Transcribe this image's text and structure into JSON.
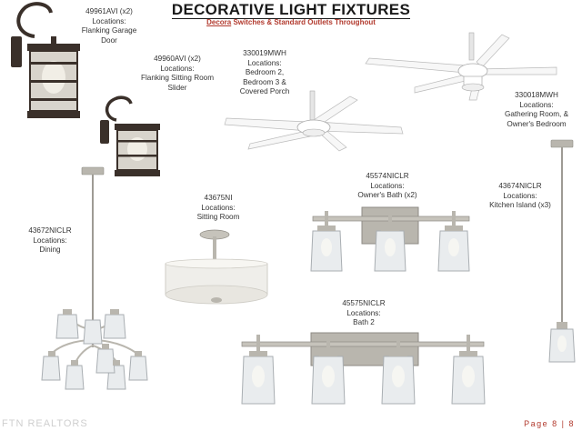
{
  "header": {
    "title": "DECORATIVE LIGHT FIXTURES",
    "subtitle_brand": "Decora",
    "subtitle_rest": " Switches & Standard Outlets Throughout"
  },
  "fixtures": [
    {
      "id": "49961AVI",
      "lines": [
        "49961AVI (x2)",
        "Locations:",
        "Flanking Garage",
        "Door"
      ]
    },
    {
      "id": "49960AVI",
      "lines": [
        "49960AVI (x2)",
        "Locations:",
        "Flanking Sitting Room",
        "Slider"
      ]
    },
    {
      "id": "330019MWH",
      "lines": [
        "330019MWH",
        "Locations:",
        "Bedroom 2,",
        "Bedroom 3 &",
        "Covered Porch"
      ]
    },
    {
      "id": "330018MWH",
      "lines": [
        "330018MWH",
        "Locations:",
        "Gathering Room, &",
        "Owner's Bedroom"
      ]
    },
    {
      "id": "45574NICLR",
      "lines": [
        "45574NICLR",
        "Locations:",
        "Owner's Bath (x2)"
      ]
    },
    {
      "id": "43674NICLR",
      "lines": [
        "43674NICLR",
        "Locations:",
        "Kitchen Island (x3)"
      ]
    },
    {
      "id": "43675NI",
      "lines": [
        "43675NI",
        "Locations:",
        "Sitting Room"
      ]
    },
    {
      "id": "43672NICLR",
      "lines": [
        "43672NICLR",
        "Locations:",
        "Dining"
      ]
    },
    {
      "id": "45575NICLR",
      "lines": [
        "45575NICLR",
        "Locations:",
        "Bath 2"
      ]
    }
  ],
  "footer": {
    "left": "FTN REALTORS",
    "right": "Page 8 | 8"
  },
  "colors": {
    "accent": "#b23a2e",
    "nickel": "#b9b6ae",
    "bronze": "#3a302a"
  }
}
